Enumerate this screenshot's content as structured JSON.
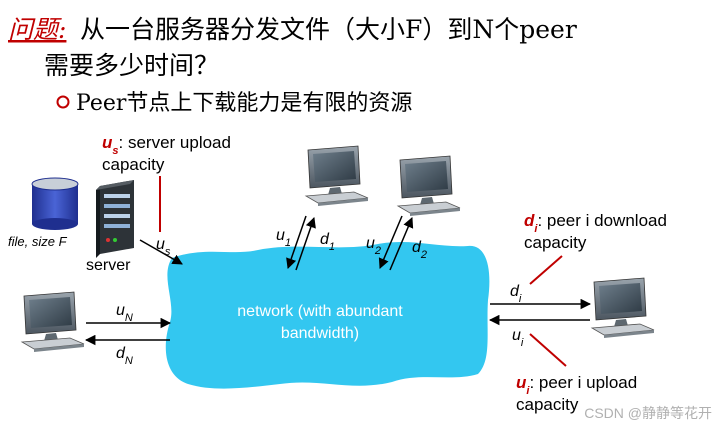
{
  "title": {
    "emphasis": "问题:",
    "line1": "从一台服务器分发文件（大小F）到N个peer",
    "line2": "需要多少时间？"
  },
  "bullet": {
    "text": "Peer节点上下载能力是有限的资源"
  },
  "server": {
    "label": "server",
    "file_label": "file, size F",
    "upload_symbol": "u",
    "upload_sub": "s",
    "callout_symbol": "u",
    "callout_sub": "s",
    "callout_rest": ": server upload",
    "callout_line2": "capacity"
  },
  "network": {
    "line1": "network (with abundant",
    "line2": "bandwidth)"
  },
  "peers": {
    "p1": {
      "u": "u",
      "u_sub": "1",
      "d": "d",
      "d_sub": "1"
    },
    "p2": {
      "u": "u",
      "u_sub": "2",
      "d": "d",
      "d_sub": "2"
    },
    "pN": {
      "u": "u",
      "u_sub": "N",
      "d": "d",
      "d_sub": "N"
    },
    "pi": {
      "u": "u",
      "u_sub": "i",
      "d": "d",
      "d_sub": "i"
    }
  },
  "callouts": {
    "download": {
      "sym": "d",
      "sub": "i",
      "rest": ": peer i download",
      "line2": "capacity"
    },
    "upload": {
      "sym": "u",
      "sub": "i",
      "rest": ": peer i upload",
      "line2": "capacity"
    }
  },
  "watermark": "CSDN @静静等花开",
  "colors": {
    "red": "#c00000",
    "cloud": "#33c7f0",
    "white": "#ffffff"
  }
}
